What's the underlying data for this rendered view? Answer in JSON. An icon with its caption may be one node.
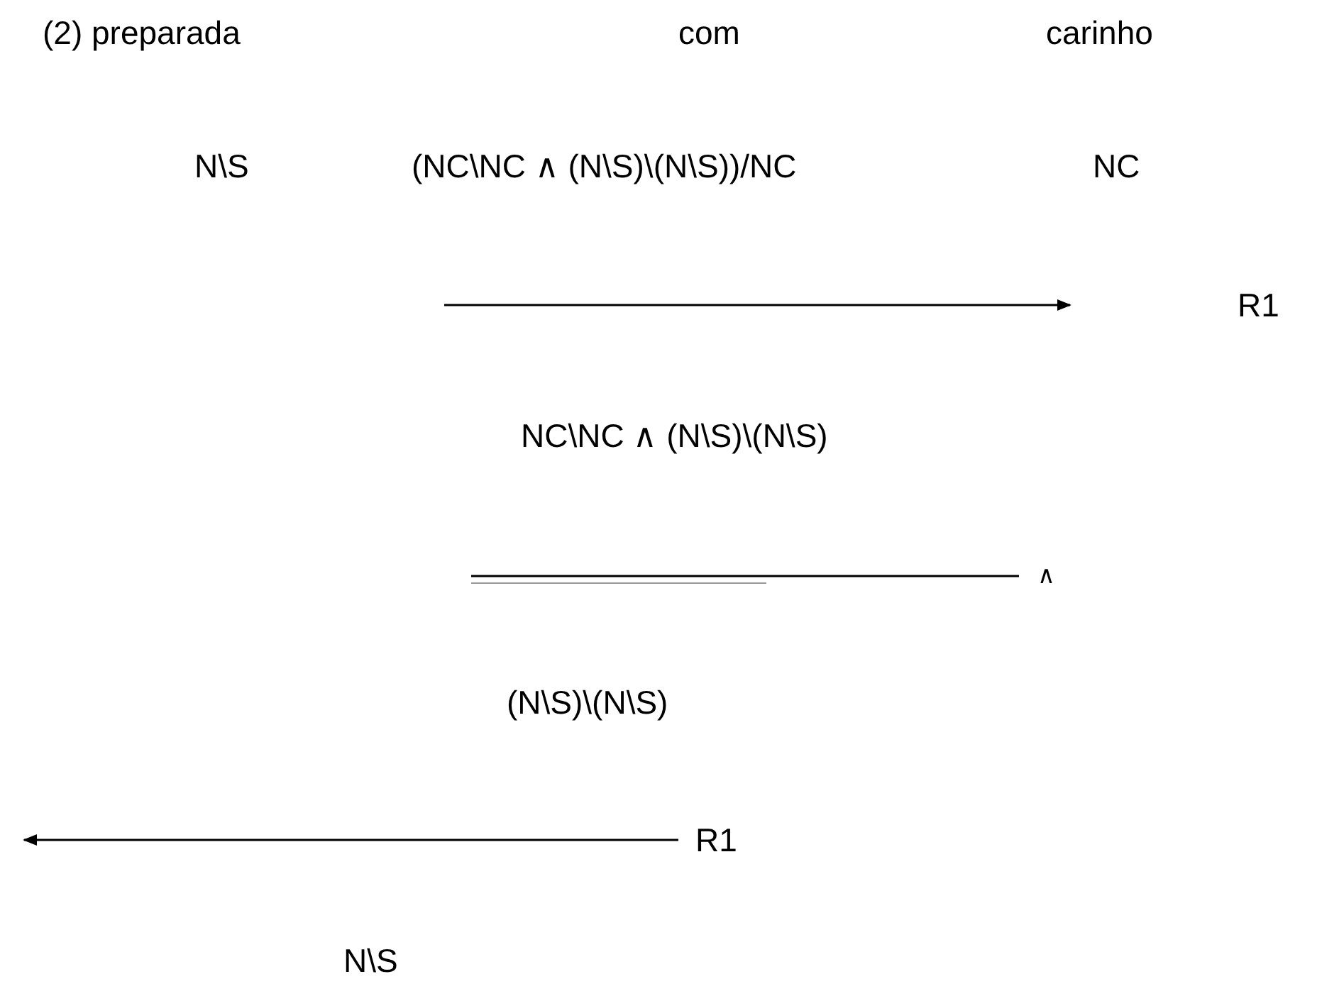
{
  "diagram": {
    "labels": [
      "(2) preparada",
      "com",
      "carinho",
      "N\\S",
      "(NC\\NC ∧ (N\\S)\\(N\\S))/NC",
      "NC",
      "R1",
      "NC\\NC ∧ (N\\S)\\(N\\S)",
      "∧",
      "(N\\S)\\(N\\S)",
      "R1",
      "N\\S"
    ]
  }
}
